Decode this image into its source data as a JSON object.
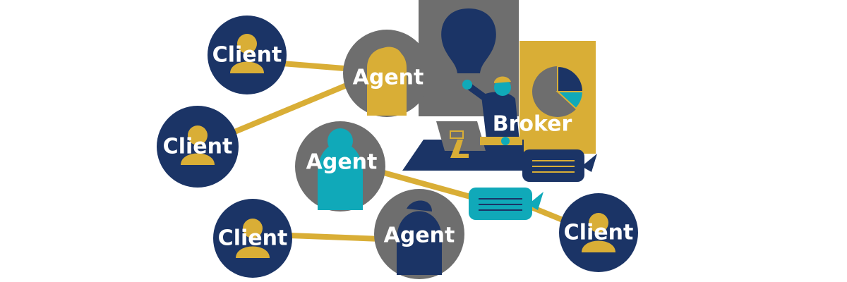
{
  "labels": {
    "client": "Client",
    "agent": "Agent",
    "broker": "Broker"
  },
  "colors": {
    "navy": "#1b3466",
    "gold": "#d9ae36",
    "gray": "#6e6e6e",
    "teal": "#10a9b9",
    "white": "#ffffff"
  }
}
